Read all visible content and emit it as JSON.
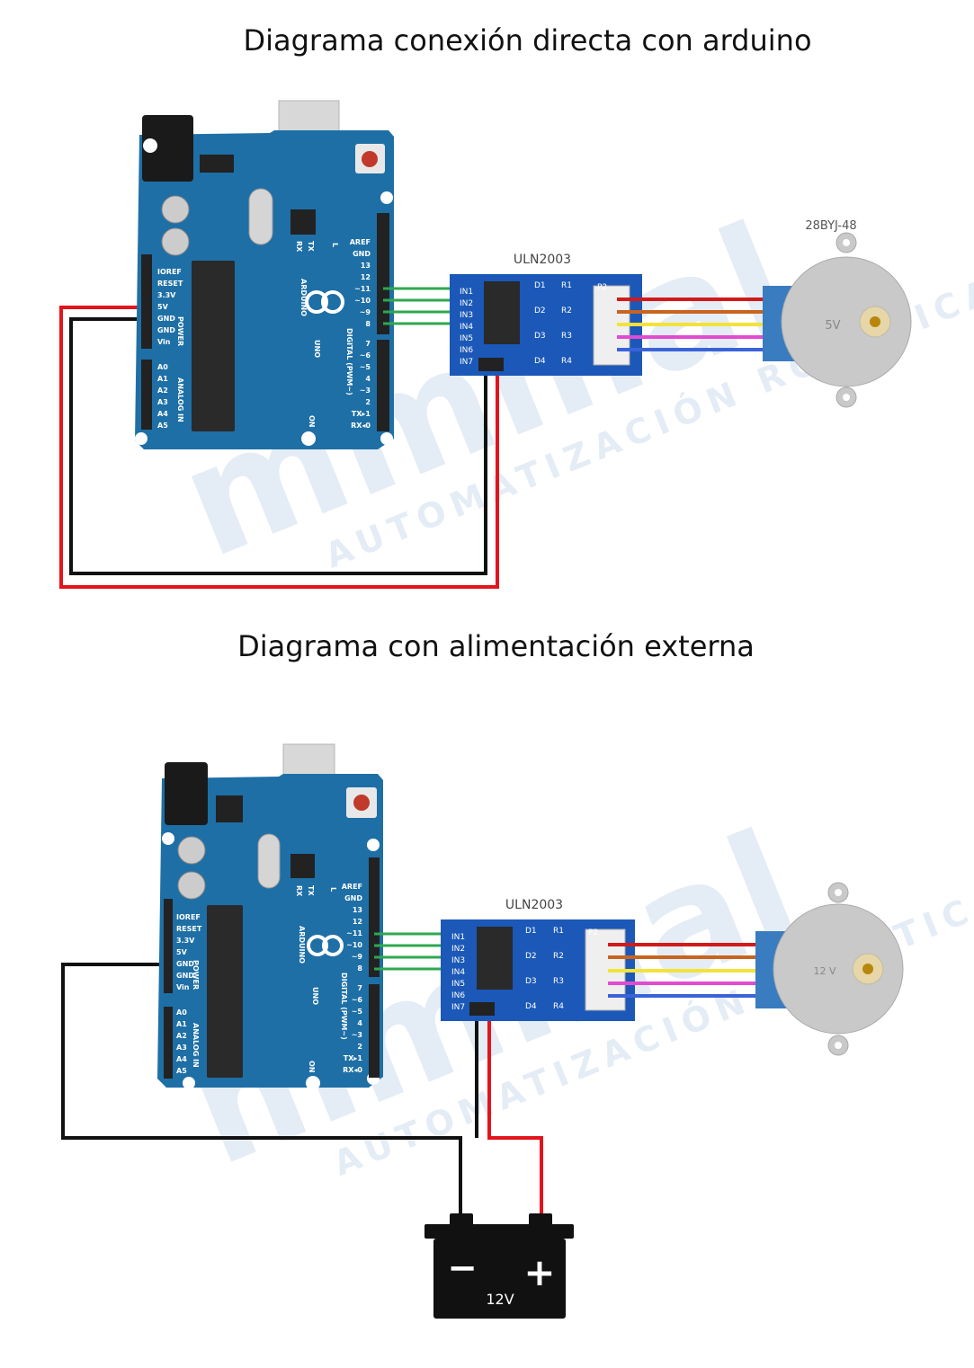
{
  "titles": {
    "top": "Diagrama conexión directa con arduino",
    "bottom": "Diagrama con alimentación externa"
  },
  "arduino": {
    "brand": "ARDUINO",
    "model": "UNO",
    "power_header": "POWER",
    "analog_header": "ANALOG IN",
    "digital_header": "DIGITAL (PWM~)",
    "rx": "RX",
    "tx": "TX",
    "l": "L",
    "on": "ON",
    "power_pins": [
      "IOREF",
      "RESET",
      "3.3V",
      "5V",
      "GND",
      "GND",
      "Vin"
    ],
    "analog_pins": [
      "A0",
      "A1",
      "A2",
      "A3",
      "A4",
      "A5"
    ],
    "digital_top": [
      "AREF",
      "GND",
      "13",
      "12",
      "~11",
      "~10",
      "~9",
      "8"
    ],
    "digital_bottom": [
      "7",
      "~6",
      "~5",
      "4",
      "~3",
      "2",
      "TX▸1",
      "RX◂0"
    ]
  },
  "driver": {
    "name": "ULN2003",
    "inputs": [
      "IN1",
      "IN2",
      "IN3",
      "IN4",
      "IN5",
      "IN6",
      "IN7"
    ],
    "leds": [
      "D1",
      "D2",
      "D3",
      "D4"
    ],
    "resistors": [
      "R1",
      "R2",
      "R3",
      "R4"
    ],
    "connector": "P2"
  },
  "motor": {
    "model": "28BYJ-48",
    "voltage_top": "5V",
    "voltage_bottom": "12 V"
  },
  "battery": {
    "voltage": "12V",
    "minus": "−",
    "plus": "+"
  },
  "watermark": {
    "text": "AUTOMATIZACIÓN ROBÓTICA"
  },
  "colors": {
    "board": "#1e6fa6",
    "wire_red": "#e3141b",
    "wire_black": "#111111",
    "wire_green": "#2fa84f",
    "motor_wires": [
      "#d11a1a",
      "#c8641f",
      "#f3e23a",
      "#e24bd1",
      "#3a63d8"
    ]
  }
}
